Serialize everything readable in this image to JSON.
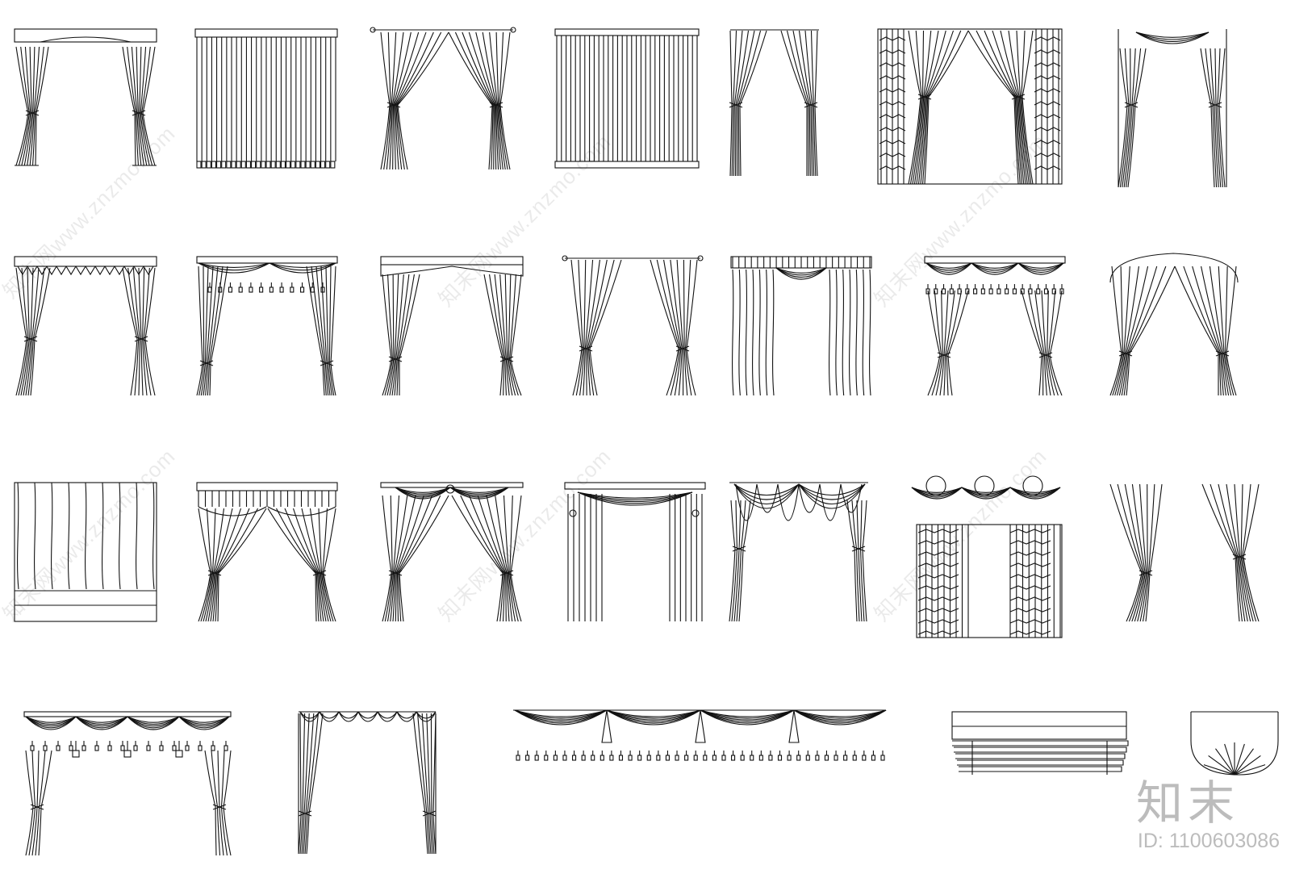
{
  "watermark": {
    "text": "知末网www.znzmo.com"
  },
  "logo": {
    "text": "知末"
  },
  "image_id": {
    "text": "ID: 1100603086"
  },
  "drawing": {
    "rows": [
      {
        "name": "row-1",
        "items": [
          "valance-tieback-curtain",
          "vertical-blind",
          "rod-tieback-curtain",
          "vertical-blind-wide",
          "rod-narrow-curtain",
          "patterned-sheer-curtain",
          "swag-jabot-curtain"
        ]
      },
      {
        "name": "row-2",
        "items": [
          "box-pleat-valance-curtain",
          "swag-tassel-valance-curtain",
          "shaped-pelmet-curtain",
          "pole-tieback-curtain",
          "pleated-valance-swag-curtain",
          "festoon-valance-curtain",
          "arched-tieback-curtain"
        ]
      },
      {
        "name": "row-3",
        "items": [
          "roman-shade",
          "pelmet-tieback-curtain",
          "swag-medallion-curtain",
          "center-swag-curtain",
          "cascade-swag-curtain",
          "patterned-swag-curtain",
          "pair-tieback-panels"
        ]
      },
      {
        "name": "row-4",
        "items": [
          "austrian-balloon-curtain",
          "scalloped-valance-curtain",
          "fringe-swag-valance",
          "folded-roman-shade",
          "fan-valance"
        ]
      }
    ]
  }
}
